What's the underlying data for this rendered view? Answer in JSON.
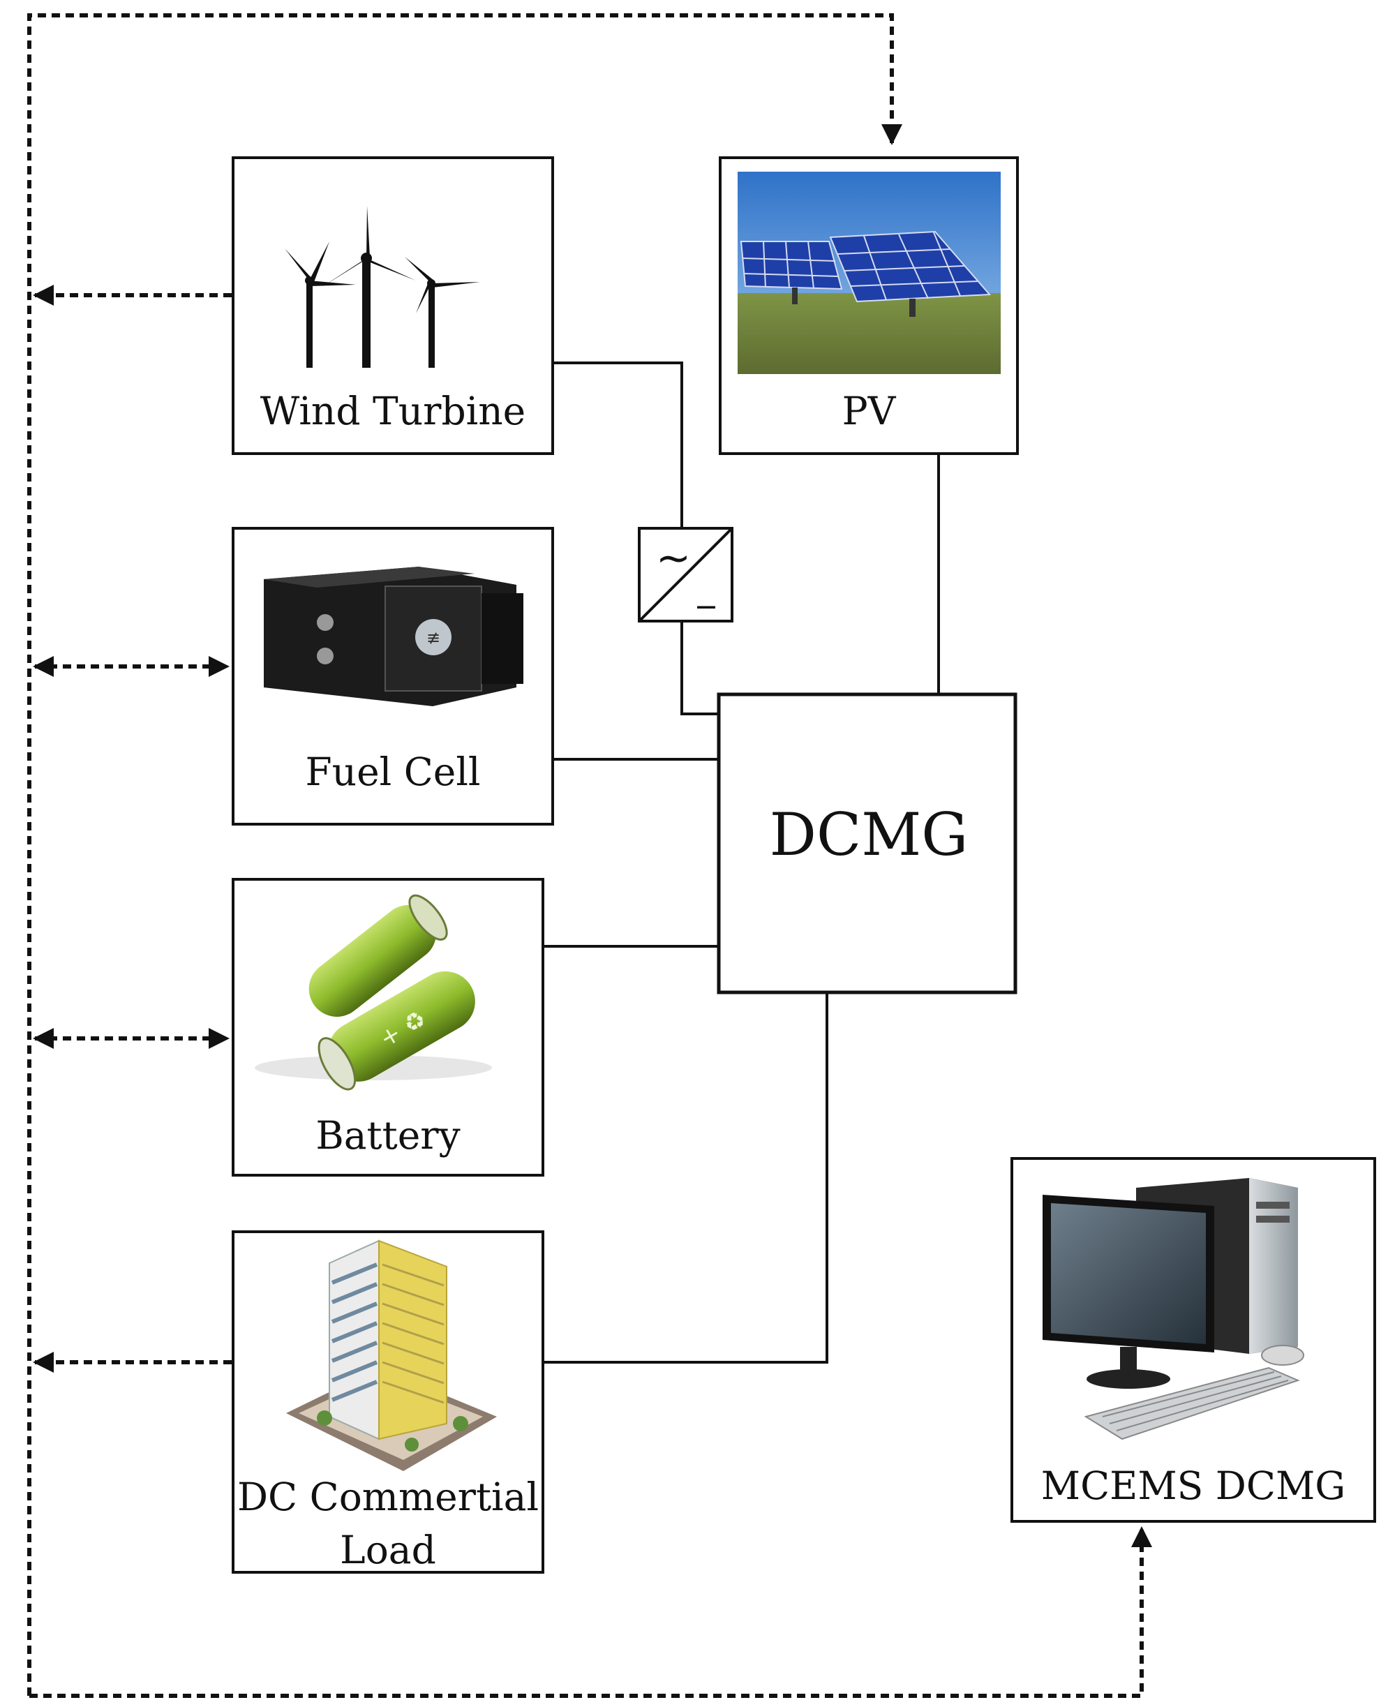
{
  "nodes": {
    "wind": {
      "label": "Wind Turbine"
    },
    "pv": {
      "label": "PV"
    },
    "fuel_cell": {
      "label": "Fuel Cell"
    },
    "battery": {
      "label": "Battery"
    },
    "load": {
      "label_line1": "DC Commertial",
      "label_line2": "Load"
    },
    "dcmg": {
      "label": "DCMG"
    },
    "mcems": {
      "label": "MCEMS DCMG"
    }
  },
  "converter": {
    "ac_symbol": "~",
    "dc_symbol": "_"
  },
  "colors": {
    "line": "#111111",
    "battery_green": "#8dbb2c",
    "panel_blue": "#1f3fa8",
    "sky_blue": "#3f86d6",
    "grass": "#6f8a3a",
    "building_yellow": "#e6d35a"
  }
}
